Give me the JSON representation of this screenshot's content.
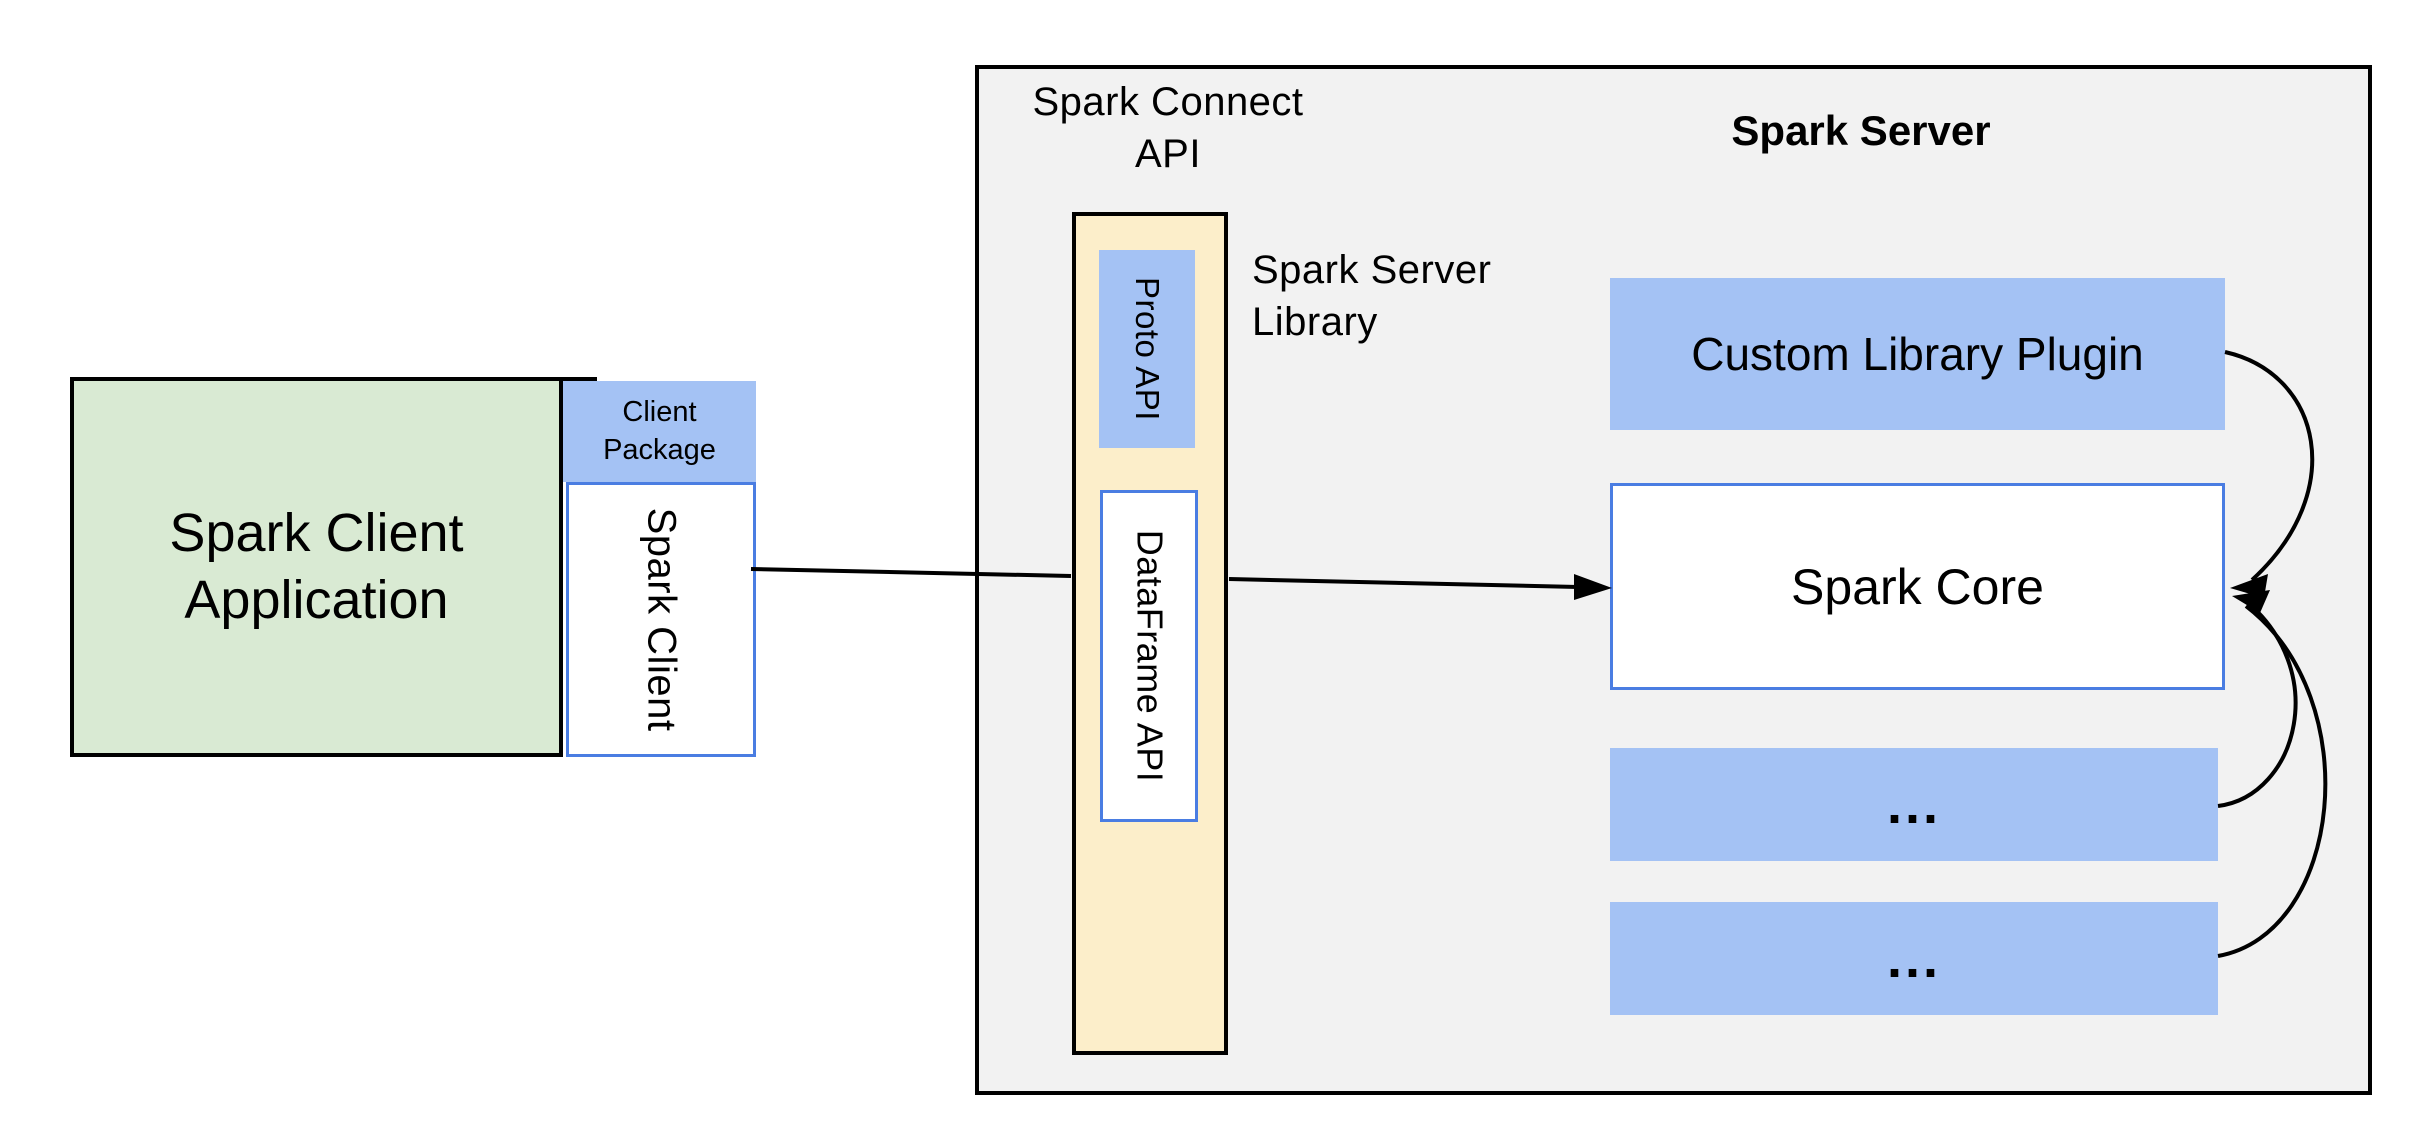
{
  "colors": {
    "panel_bg": "#F2F2F2",
    "panel_border": "#000000",
    "box_blue": "#A4C2F4",
    "box_blue_border": "#4A7DE2",
    "box_green": "#D9EAD3",
    "box_yellow": "#FCEECA",
    "text": "#000000",
    "arrow": "#000000"
  },
  "labels": {
    "spark_connect_api": "Spark Connect\nAPI",
    "spark_server_title": "Spark Server",
    "spark_server_library": "Spark Server\nLibrary",
    "proto_api": "Proto API",
    "dataframe_api": "DataFrame API",
    "client_application": "Spark Client\nApplication",
    "client_package": "Client\nPackage",
    "spark_client": "Spark Client",
    "custom_library_plugin": "Custom Library Plugin",
    "spark_core": "Spark Core",
    "plugin_slot_1": "...",
    "plugin_slot_2": "..."
  }
}
